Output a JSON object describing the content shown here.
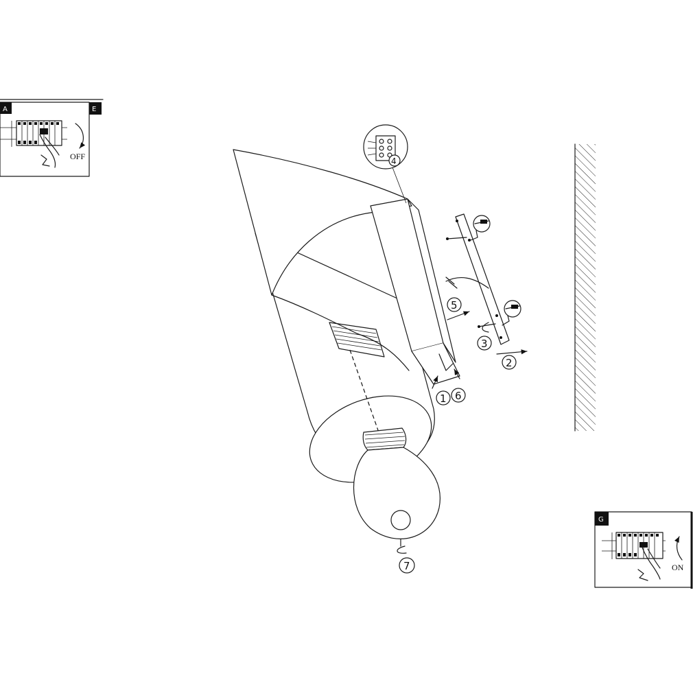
{
  "panel_off": {
    "tag_left": "A",
    "tag_right": "E",
    "label": "OFF"
  },
  "panel_on": {
    "tag": "G",
    "label": "ON"
  },
  "steps": {
    "s1": "1",
    "s2": "2",
    "s3": "3",
    "s4": "4",
    "s5": "5",
    "s6": "6",
    "s7": "7"
  },
  "icons": {
    "breaker_off": "breaker-panel-off-icon",
    "breaker_on": "breaker-panel-on-icon",
    "terminal_block": "terminal-block-icon",
    "screw": "screw-icon",
    "screwdriver": "screwdriver-icon",
    "rotate": "rotate-arrow-icon",
    "wall": "wall-hatch-icon",
    "bulb": "light-bulb-icon"
  }
}
